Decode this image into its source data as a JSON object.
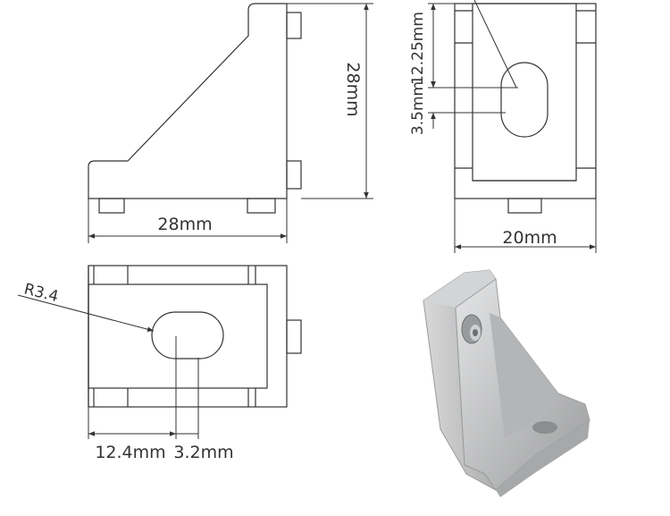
{
  "colors": {
    "line": "#333333",
    "background": "#ffffff",
    "photo_metal": "#c9cacb"
  },
  "dimensions": {
    "side_width": "28mm",
    "side_height": "28mm",
    "front_slot_length": "12.25mm",
    "front_slot_offset": "3.5mm",
    "front_width": "20mm",
    "top_radius": "R3.4",
    "top_offset": "12.4mm",
    "top_slot_width": "3.2mm"
  }
}
